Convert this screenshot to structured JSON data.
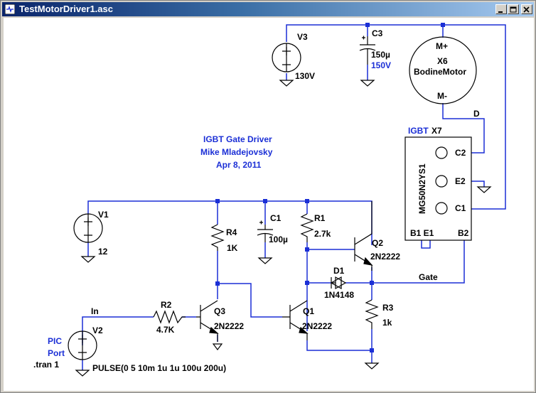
{
  "window": {
    "title": "TestMotorDriver1.asc"
  },
  "notes": {
    "line1": "IGBT Gate Driver",
    "line2": "Mike Mladejovsky",
    "line3": "Apr 8, 2011",
    "tran": ".tran 1",
    "pulse": "PULSE(0 5 10m 1u 1u 100u 200u)"
  },
  "components": {
    "V3": {
      "name": "V3",
      "value": "130V"
    },
    "C3": {
      "name": "C3",
      "value": "150µ",
      "rating": "150V"
    },
    "X6": {
      "mplus": "M+",
      "name": "X6",
      "model": "BodineMotor",
      "mminus": "M-"
    },
    "X7": {
      "prefix": "IGBT",
      "name": "X7",
      "model": "MG50N2YS1",
      "c2": "C2",
      "e2": "E2",
      "c1": "C1",
      "b1e1": "B1 E1",
      "b2": "B2"
    },
    "V1": {
      "name": "V1",
      "value": "12"
    },
    "C1": {
      "name": "C1",
      "value": "100µ"
    },
    "R4": {
      "name": "R4",
      "value": "1K"
    },
    "R1": {
      "name": "R1",
      "value": "2.7k"
    },
    "Q2": {
      "name": "Q2",
      "value": "2N2222"
    },
    "D1": {
      "name": "D1",
      "value": "1N4148"
    },
    "R3": {
      "name": "R3",
      "value": "1k"
    },
    "R2": {
      "name": "R2",
      "value": "4.7K"
    },
    "Q3": {
      "name": "Q3",
      "value": "2N2222"
    },
    "Q1": {
      "name": "Q1",
      "value": "2N2222"
    },
    "V2": {
      "name": "V2",
      "label1": "PIC",
      "label2": "Port"
    }
  },
  "nets": {
    "D": "D",
    "Gate": "Gate",
    "In": "In"
  },
  "colors": {
    "wire": "#1b2fd6",
    "junction": "#1b2fd6",
    "symbol": "#000000",
    "comment": "#1b2fd6"
  }
}
